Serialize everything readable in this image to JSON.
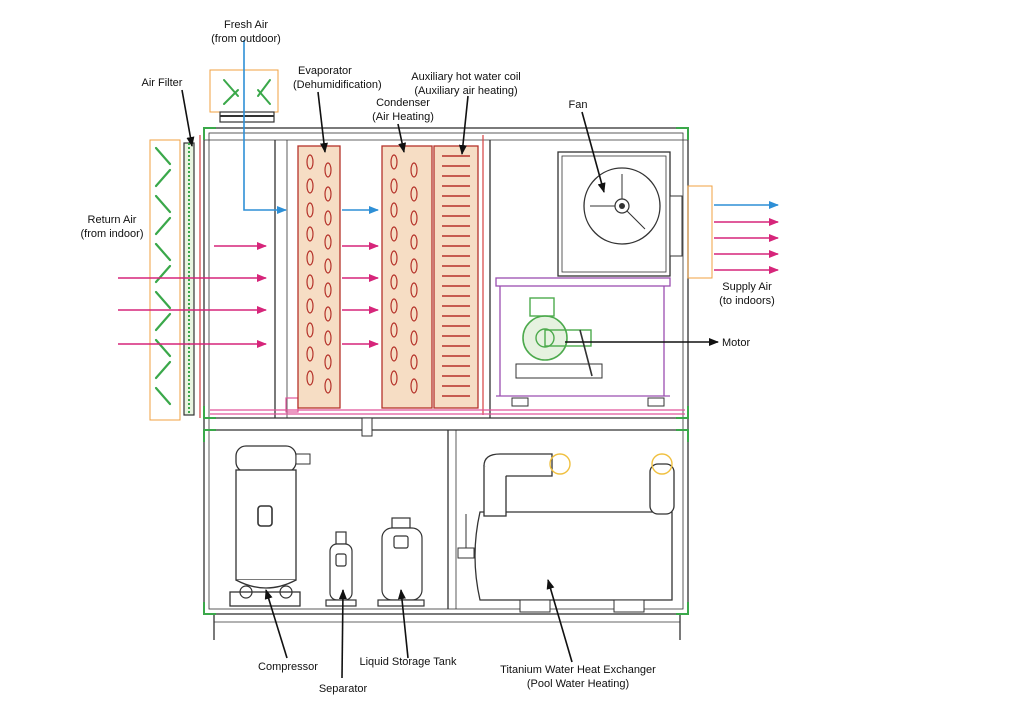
{
  "labels": {
    "fresh_air": [
      "Fresh Air",
      "(from outdoor)"
    ],
    "air_filter": [
      "Air Filter"
    ],
    "evaporator": [
      "Evaporator",
      "(Dehumidification)"
    ],
    "aux_coil": [
      "Auxiliary hot water coil",
      "(Auxiliary air heating)"
    ],
    "condenser": [
      "Condenser",
      "(Air Heating)"
    ],
    "fan": [
      "Fan"
    ],
    "return_air": [
      "Return Air",
      "(from indoor)"
    ],
    "supply_air": [
      "Supply Air",
      "(to indoors)"
    ],
    "motor": [
      "Motor"
    ],
    "compressor": [
      "Compressor"
    ],
    "separator": [
      "Separator"
    ],
    "liquid_tank": [
      "Liquid Storage Tank"
    ],
    "heat_exchanger": [
      "Titanium Water Heat Exchanger",
      "(Pool Water Heating)"
    ]
  },
  "colors": {
    "frame": "#333333",
    "return_arrow": "#d6257a",
    "fresh_arrow": "#2e8fd6",
    "filter_leaf": "#3aa84a",
    "coil_red": "#b5322a",
    "coil_fill": "#f6ddc4",
    "motor_green": "#4daa4d",
    "purple": "#9a4fb0",
    "orange": "#f0a040",
    "pink_pipe": "#e0559a",
    "green_corner": "#3aa84a"
  }
}
